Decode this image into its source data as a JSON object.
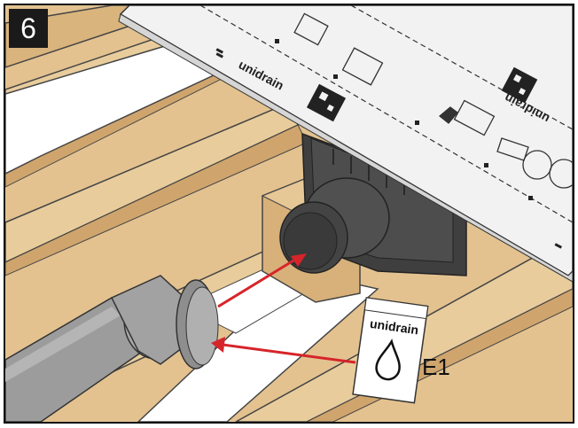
{
  "step": {
    "number": "6"
  },
  "labels": {
    "packet": "E1",
    "brand_strip": "unidrain",
    "brand_strip_2": "unidrain",
    "brand_packet": "unidrain"
  },
  "colors": {
    "wood": "#e0bf8c",
    "wood_dark": "#c99e65",
    "strip": "#ececec",
    "drain": "#3d3d3d",
    "pipe": "#9a9a9a",
    "arrow": "#d6252a"
  },
  "icons": {
    "packet_icon": "water-drop-icon",
    "qr": "qr-code-icon"
  }
}
